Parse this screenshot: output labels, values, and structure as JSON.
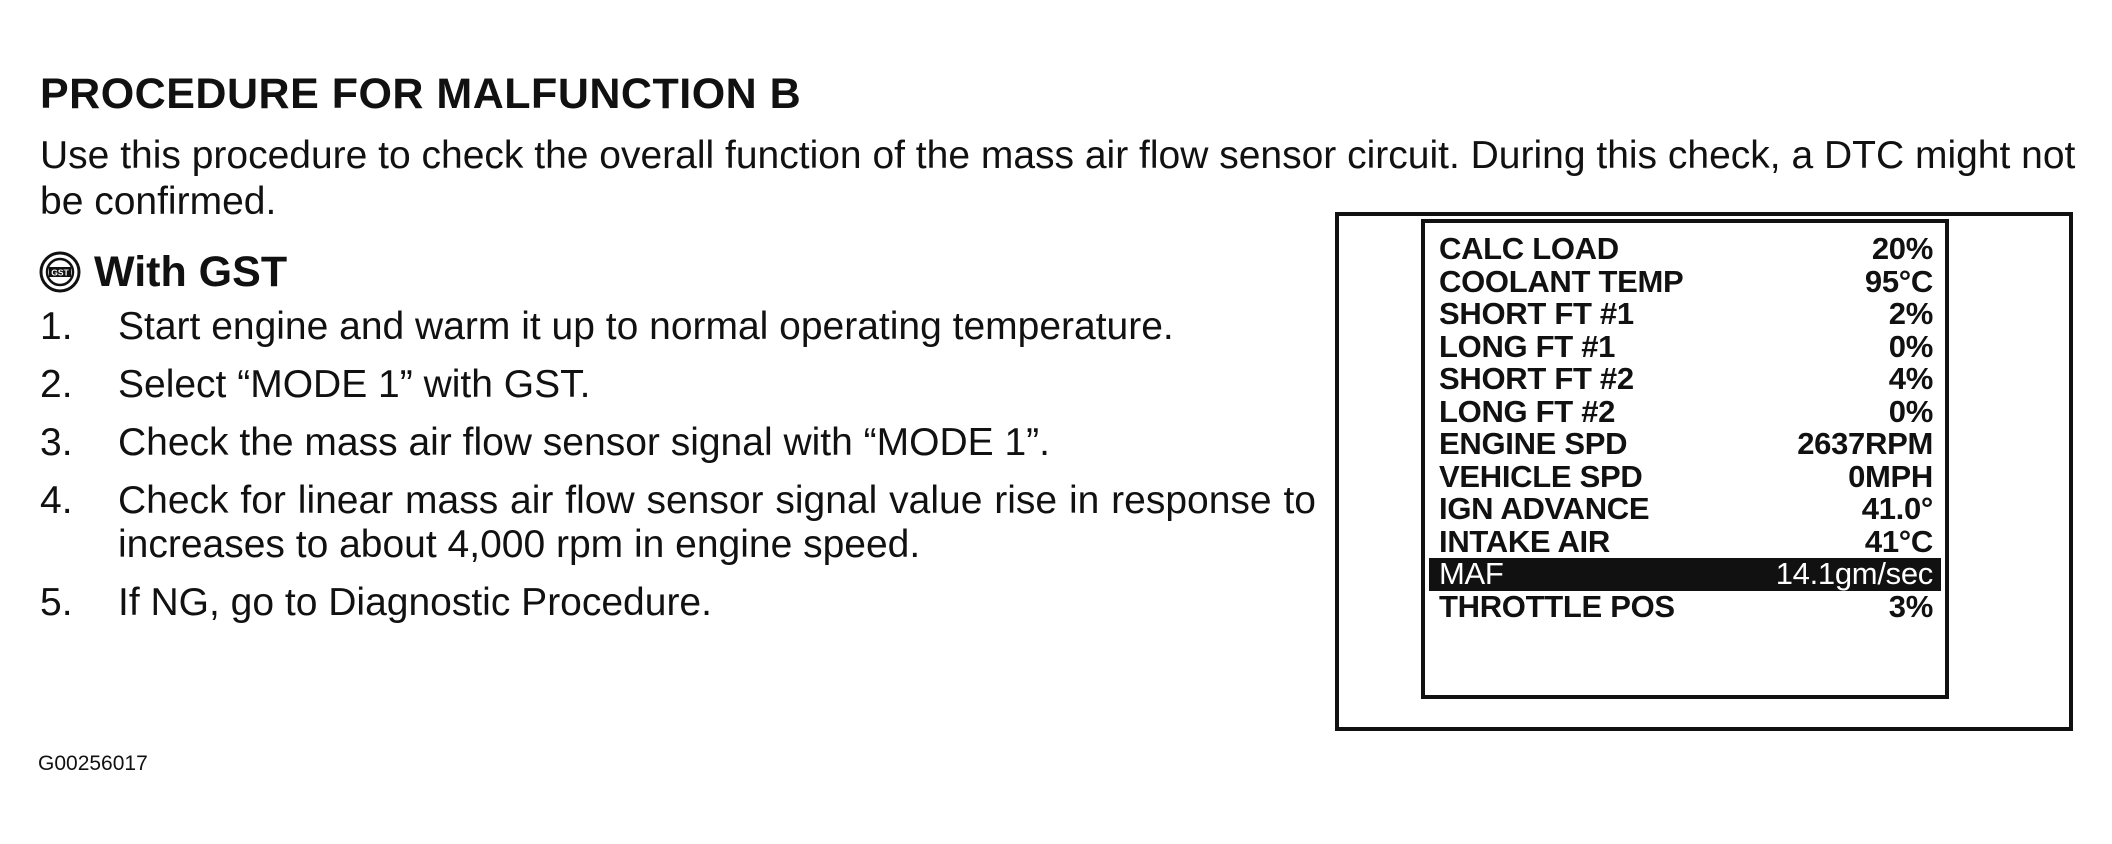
{
  "document": {
    "title": "PROCEDURE FOR MALFUNCTION B",
    "intro": "Use this procedure to check the overall function of the mass air flow sensor circuit. During this check, a DTC might not be confirmed.",
    "gst_icon_label": "GST",
    "gst_heading": "With GST",
    "steps": [
      {
        "num": "1.",
        "text": "Start engine and warm it up to normal operating temperature."
      },
      {
        "num": "2.",
        "text": "Select “MODE 1” with GST."
      },
      {
        "num": "3.",
        "text": "Check the mass air flow sensor signal with “MODE 1”."
      },
      {
        "num": "4.",
        "text": "Check for linear mass air flow sensor signal value rise in response to increases to about 4,000 rpm in engine speed."
      },
      {
        "num": "5.",
        "text": "If NG, go to Diagnostic Procedure."
      }
    ],
    "figure_code": "G00256017"
  },
  "scan_tool": {
    "rows": [
      {
        "label": "CALC LOAD",
        "value": "20%"
      },
      {
        "label": "COOLANT TEMP",
        "value": "95°C"
      },
      {
        "label": "SHORT FT #1",
        "value": "2%"
      },
      {
        "label": "LONG FT #1",
        "value": "0%"
      },
      {
        "label": "SHORT FT #2",
        "value": "4%"
      },
      {
        "label": "LONG FT #2",
        "value": "0%"
      },
      {
        "label": "ENGINE SPD",
        "value": "2637RPM"
      },
      {
        "label": "VEHICLE SPD",
        "value": "0MPH"
      },
      {
        "label": "IGN ADVANCE",
        "value": "41.0°"
      },
      {
        "label": "INTAKE AIR",
        "value": "41°C"
      },
      {
        "label": "MAF",
        "value": "14.1gm/sec"
      },
      {
        "label": "THROTTLE POS",
        "value": "3%"
      }
    ]
  },
  "colors": {
    "ink": "#111111",
    "paper": "#ffffff",
    "highlight_background": "#111111",
    "highlight_text": "#ffffff"
  }
}
